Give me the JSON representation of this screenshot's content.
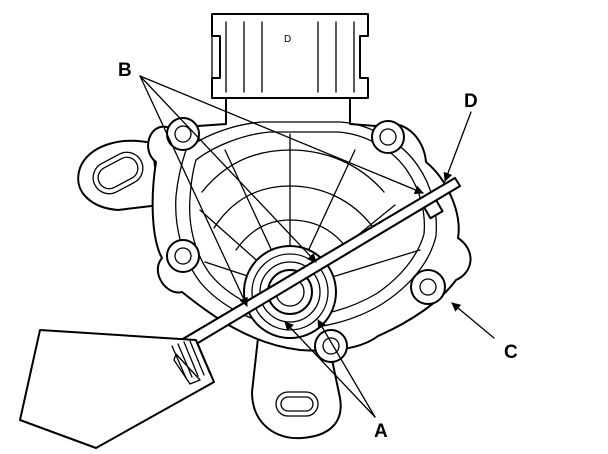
{
  "labels": {
    "a": "A",
    "b": "B",
    "c": "C",
    "d": "D"
  },
  "connector": {
    "marking": "D"
  }
}
